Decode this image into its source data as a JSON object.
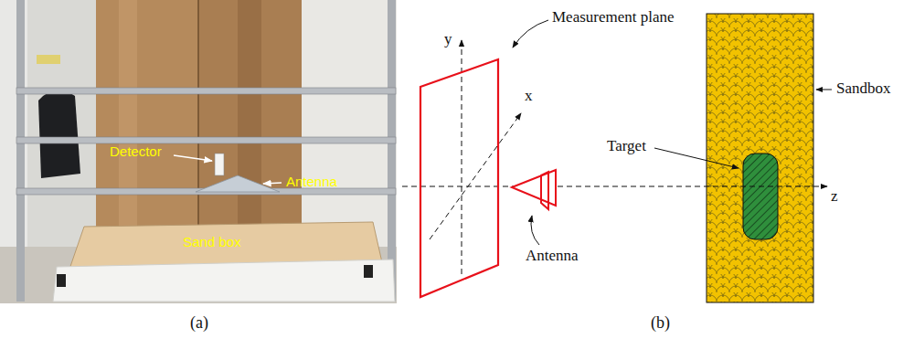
{
  "diagram": {
    "labels": [
      "Detector",
      "Antenna",
      "Sand box",
      "(a)",
      "Measurement plane",
      "y",
      "x",
      "Antenna",
      "Target",
      "Sandbox",
      "z",
      "(b)"
    ]
  }
}
